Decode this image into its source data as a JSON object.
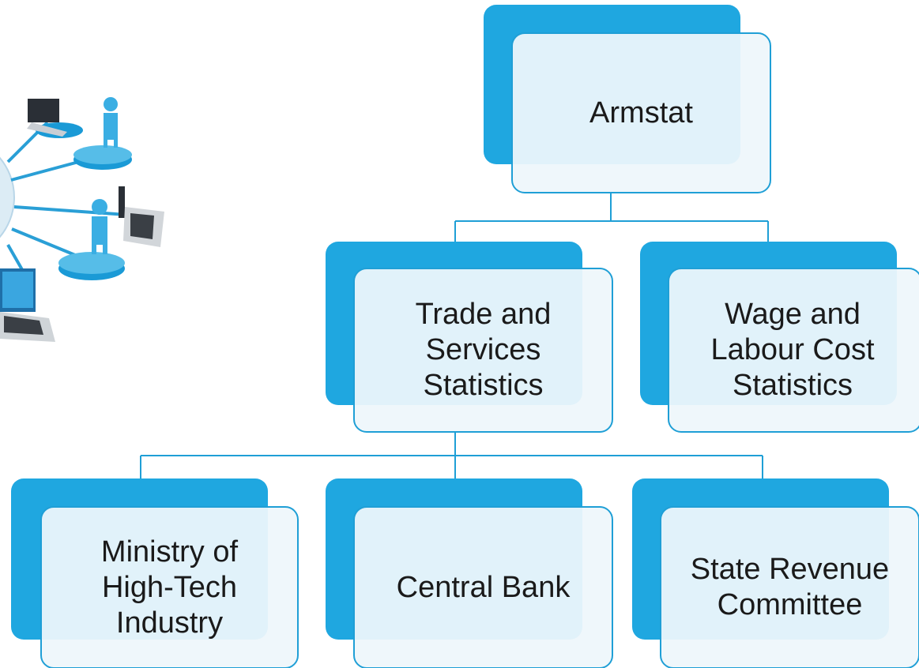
{
  "diagram": {
    "root": {
      "label": "Armstat"
    },
    "level2": [
      {
        "label": "Trade and\nServices\nStatistics"
      },
      {
        "label": "Wage and\nLabour Cost\nStatistics"
      }
    ],
    "level3": [
      {
        "label": "Ministry of\nHigh-Tech\nIndustry"
      },
      {
        "label": "Central Bank"
      },
      {
        "label": "State Revenue\nCommittee"
      }
    ],
    "colors": {
      "accent_block": "#1fa7e0",
      "card_fill": "#eef6fb",
      "card_border": "#1f9fd6",
      "connector": "#1f9fd6",
      "text": "#1a1a1a"
    },
    "illustration": {
      "icon": "network-people-laptops-icon"
    }
  }
}
